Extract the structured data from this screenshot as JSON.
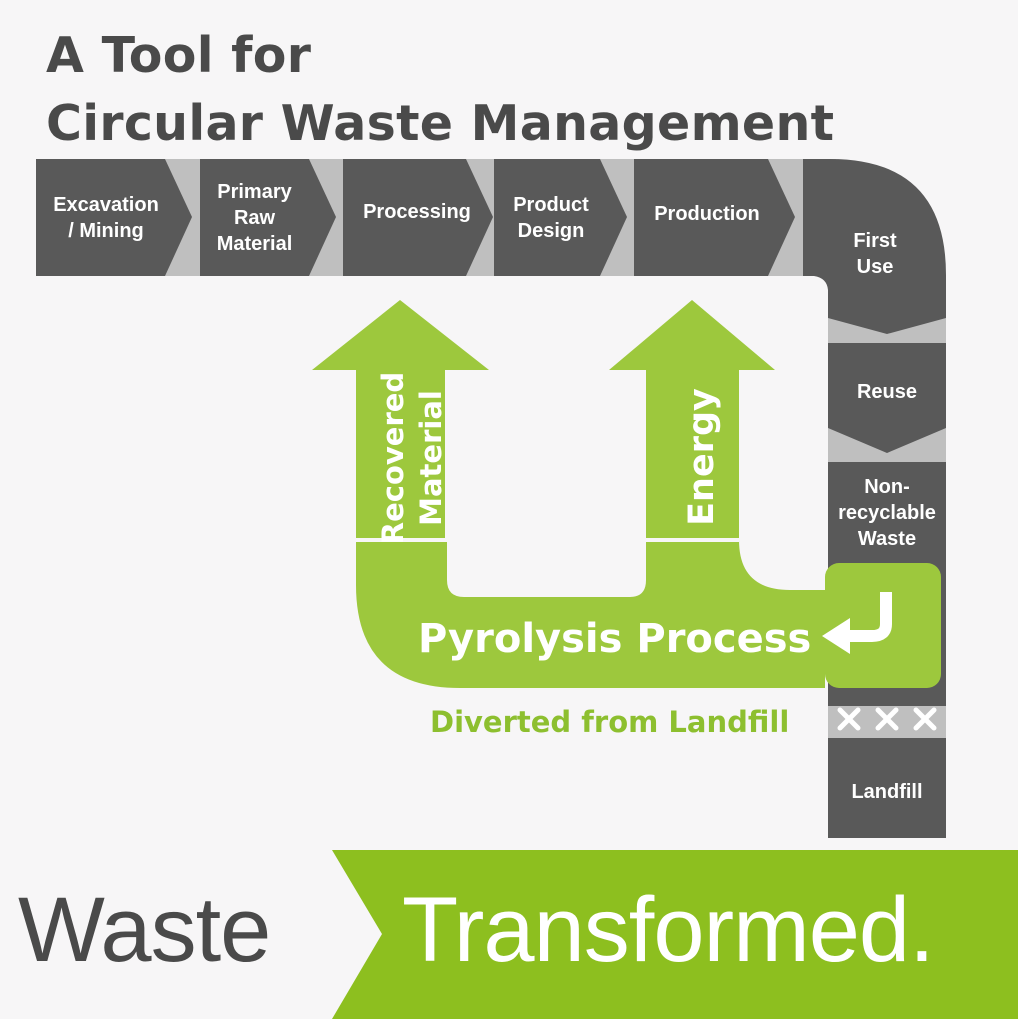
{
  "title": {
    "line1": "A Tool for",
    "line2": "Circular Waste Management"
  },
  "colors": {
    "background": "#f7f6f7",
    "dark": "#595959",
    "gap": "#bfbfbf",
    "green": "#9dc83d",
    "text_dark": "#4a4a4a",
    "text_green": "#8dbf2f"
  },
  "process_steps": [
    {
      "label": "Excavation\n/ Mining"
    },
    {
      "label": "Primary\nRaw\nMaterial"
    },
    {
      "label": "Processing"
    },
    {
      "label": "Product\nDesign"
    },
    {
      "label": "Production"
    }
  ],
  "lifecycle_steps": {
    "first_use": "First\nUse",
    "reuse": "Reuse",
    "non_recyclable": "Non-\nrecyclable\nWaste",
    "landfill": "Landfill"
  },
  "arrows": {
    "recovered_material": "Recovered\nMaterial",
    "energy": "Energy"
  },
  "pyrolysis": {
    "label": "Pyrolysis Process",
    "return_icon": "return-arrow-icon"
  },
  "diverted_label": "Diverted from Landfill",
  "blocked_icon": "cross-icon",
  "brand": {
    "left": "Waste",
    "right": "Transformed."
  }
}
